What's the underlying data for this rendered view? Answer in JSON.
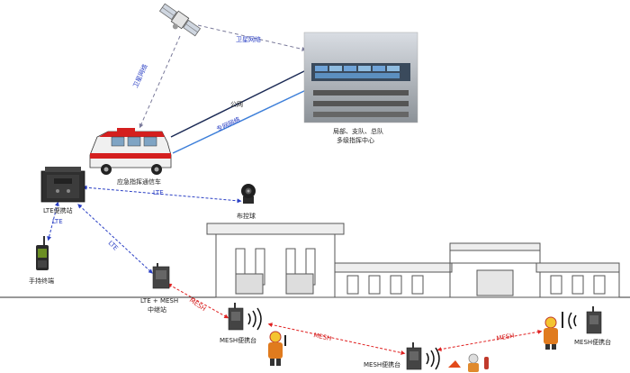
{
  "labels": {
    "satellite_network_top": "卫星网络",
    "satellite_network_left": "卫星网络",
    "public_network": "公网",
    "private_network": "专网网络",
    "command_center_line1": "局部、支队、总队",
    "command_center_line2": "多级指挥中心",
    "vehicle": "应急指挥通信车",
    "lte_portable": "LTE便携站",
    "lte_left": "LTE",
    "lte_top": "LTE",
    "lte_mid": "LTE",
    "ptz_camera": "布控球",
    "handheld": "手持终端",
    "relay_line1": "LTE + MESH",
    "relay_line2": "中继站",
    "mesh_1": "MESH",
    "mesh_2": "MESH",
    "mesh_3": "MESH",
    "mesh_portable_left": "MESH便携台",
    "mesh_portable_center": "MESH便携台",
    "mesh_portable_right": "MESH便携台"
  },
  "colors": {
    "satellite_link": "#7a7a9a",
    "blue_link": "#2a3fc4",
    "mesh_link": "#e02020",
    "public_link": "#1b2a55",
    "private_link": "#3d7fd9",
    "vehicle_body": "#e8e8e8",
    "vehicle_red": "#d41f1f",
    "building_line": "#555555"
  },
  "icons": {
    "satellite": "satellite-icon",
    "command_center": "command-center-screen-icon",
    "vehicle": "emergency-vehicle-icon",
    "lte_base": "lte-portable-station-icon",
    "camera": "ptz-camera-icon",
    "handheld": "handheld-terminal-icon",
    "relay": "relay-station-icon",
    "mesh_device": "mesh-portable-icon",
    "firefighter": "firefighter-icon",
    "signal": "signal-wave-icon"
  }
}
